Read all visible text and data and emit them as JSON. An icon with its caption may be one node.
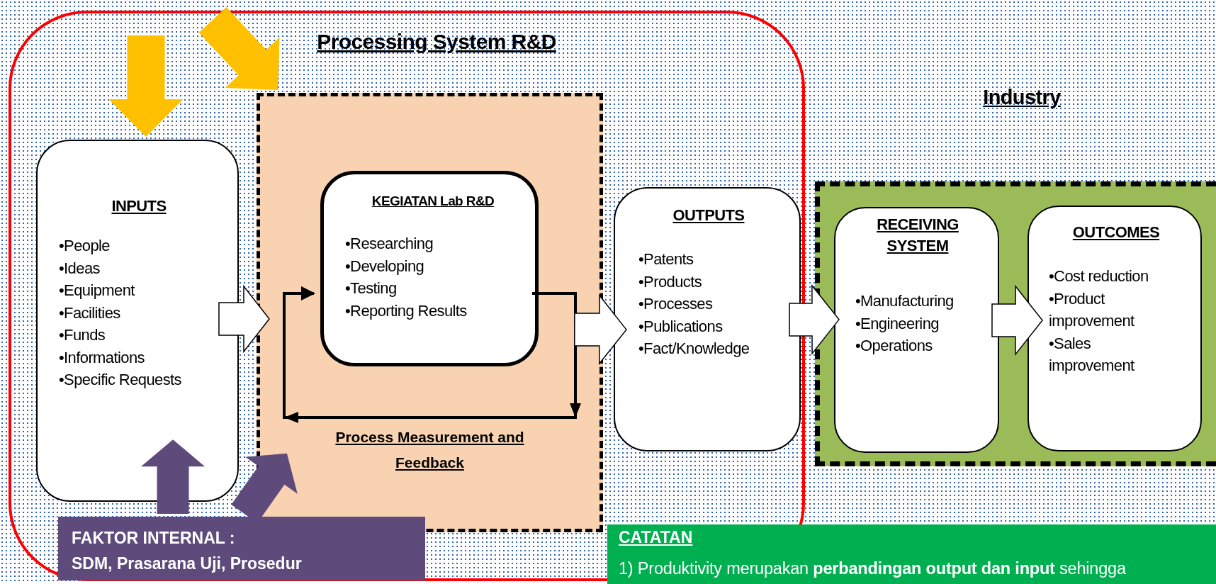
{
  "diagram": {
    "nodes": [
      {
        "text": [
          "Processing System R&D"
        ]
      },
      {
        "text": [
          "INPUTS",
          "•People",
          "•Ideas",
          "•Equipment",
          "•Facilities",
          "•Funds",
          "•Informations",
          "•Specific Requests"
        ],
        "in": 0
      },
      {
        "text": [],
        "shape": "box",
        "in": 0
      },
      {
        "text": [
          "KEGIATAN Lab R&D",
          "•Researching",
          "•Developing",
          "•Testing",
          "•Reporting Results"
        ],
        "in": 2
      },
      {
        "text": [
          "OUTPUTS",
          "•Patents",
          "•Products",
          "•Processes",
          "•Publications",
          "•Fact/Knowledge"
        ],
        "in": 0
      },
      {
        "text": [
          "Industry"
        ]
      },
      {
        "text": [
          "RECEIVING SYSTEM",
          "•Manufacturing",
          "•Engineering",
          "•Operations"
        ],
        "in": 5
      },
      {
        "text": [
          "OUTCOMES",
          "•Cost reduction",
          "•Product improvement",
          "•Sales improvement"
        ],
        "in": 5
      },
      {
        "text": [
          "FAKTOR INTERNAL :",
          "SDM, Prasarana Uji, Prosedur"
        ],
        "in": 0
      },
      {
        "text": [
          "CATATAN",
          "1) Produktivity merupakan **perbandingan output dan input** sehingga"
        ]
      }
    ],
    "edges": [
      {
        "from": null,
        "to": 1,
        "arrow": "to",
        "style": "thick",
        "color": "#ffc000"
      },
      {
        "from": null,
        "to": 2,
        "arrow": "to",
        "style": "thick",
        "color": "#ffc000"
      },
      {
        "from": 8,
        "to": 1,
        "arrow": "to",
        "style": "thick",
        "color": "#5f4b7b"
      },
      {
        "from": 8,
        "to": 2,
        "arrow": "to",
        "style": "thick",
        "color": "#5f4b7b"
      },
      {
        "from": 1,
        "to": 2,
        "arrow": "to",
        "style": "thick"
      },
      {
        "from": 3,
        "to": 3,
        "arrow": "to",
        "label": "Process Measurement and Feedback"
      },
      {
        "from": 2,
        "to": 4,
        "arrow": "to",
        "style": "thick"
      },
      {
        "from": 4,
        "to": 6,
        "arrow": "to",
        "style": "thick"
      },
      {
        "from": 6,
        "to": 7,
        "arrow": "to",
        "style": "thick"
      }
    ]
  }
}
